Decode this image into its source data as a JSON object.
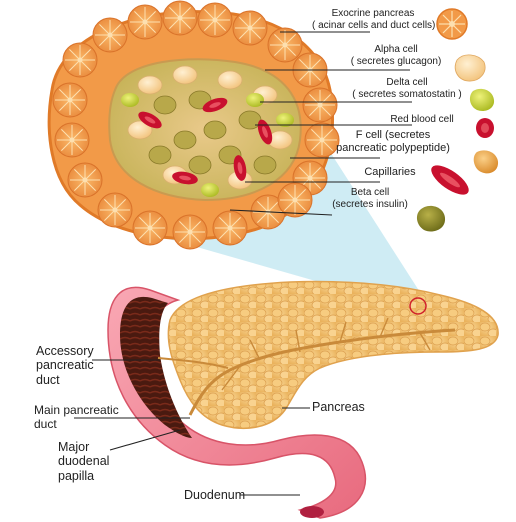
{
  "labels": {
    "exocrine_line1": "Exocrine pancreas",
    "exocrine_line2": "( acinar cells and duct cells)",
    "alpha_line1": "Alpha cell",
    "alpha_line2": "( secretes glucagon)",
    "delta_line1": "Delta cell",
    "delta_line2": "( secretes somatostatin )",
    "rbc": "Red blood cell",
    "fcell_line1": "F cell (secretes",
    "fcell_line2": "pancreatic polypeptide)",
    "capillaries": "Capillaries",
    "beta_line1": "Beta cell",
    "beta_line2": "(secretes insulin)",
    "accessory_line1": "Accessory",
    "accessory_line2": "pancreatic",
    "accessory_line3": "duct",
    "main_line1": "Main pancreatic",
    "main_line2": "duct",
    "papilla_line1": "Major",
    "papilla_line2": "duodenal",
    "papilla_line3": "papilla",
    "pancreas": "Pancreas",
    "duodenum": "Duodenum"
  },
  "colors": {
    "acinar": "#f5a04a",
    "acinar_dark": "#d9722a",
    "alpha": "#fde0b0",
    "delta": "#c9d640",
    "rbc": "#c8102e",
    "fcell": "#f0a848",
    "beta": "#8a8a2a",
    "islet_bg": "#d4c070",
    "pancreas": "#f6c978",
    "duodenum_outer": "#f08a9a",
    "duodenum_inner": "#4a1a10",
    "highlight": "#bfe6f0"
  }
}
